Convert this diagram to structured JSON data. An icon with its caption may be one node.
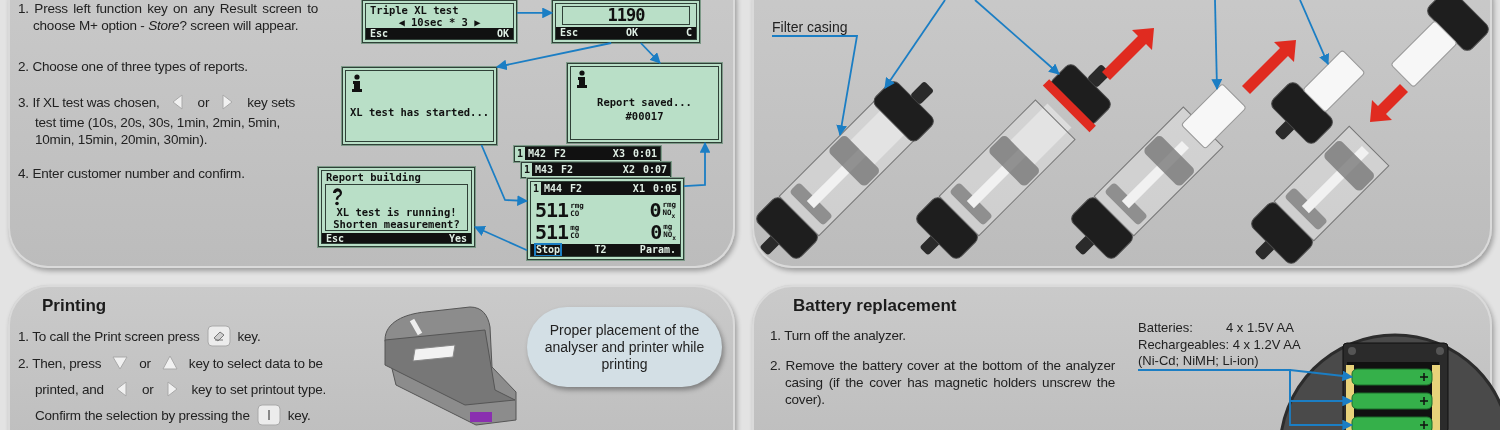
{
  "diagram": {
    "nodes": [
      {
        "text": [
          "Triple XL test",
          "◀ 10sec * 3 ▶",
          "Esc",
          "OK"
        ]
      },
      {
        "text": [
          "1190",
          "Esc",
          "OK",
          "C"
        ]
      },
      {
        "text": [
          "XL test has started..."
        ]
      },
      {
        "text": [
          "Report saved...",
          "#00017"
        ]
      },
      {
        "text": [
          "1",
          "M42",
          "F2",
          "X3",
          "0:01"
        ]
      },
      {
        "text": [
          "1",
          "M43",
          "F2",
          "X2",
          "0:07"
        ]
      },
      {
        "text": [
          "1",
          "M44",
          "F2",
          "X1",
          "0:05",
          "511",
          "rmg",
          "CO",
          "0",
          "rmg",
          "NO$_{x}$",
          "511",
          "mg",
          "CO",
          "0",
          "mg",
          "NO$_{x}$",
          "Stop",
          "T2",
          "Param."
        ]
      },
      {
        "text": [
          "Report building",
          "XL test is running! Shorten measurement?",
          "Esc",
          "Yes"
        ]
      },
      {
        "text": [
          "Filter casing"
        ]
      },
      {
        "text": [],
        "shape": "picture"
      },
      {
        "text": [],
        "shape": "picture"
      },
      {
        "text": [],
        "shape": "picture"
      },
      {
        "text": [],
        "shape": "picture"
      },
      {
        "text": [
          "Proper placement of the analyser and printer while printing"
        ]
      },
      {
        "text": [
          "Batteries:",
          "4 x 1.5V AA",
          "Rechargeables: 4 x 1.2V AA",
          "(Ni-Cd; NiMH; Li-ion)"
        ]
      },
      {
        "text": [],
        "shape": "cylinder"
      },
      {
        "text": [],
        "shape": "cylinder"
      },
      {
        "text": [],
        "shape": "cylinder"
      }
    ],
    "edges": [
      {
        "from": 0,
        "to": 1,
        "arrow": "to"
      },
      {
        "from": 1,
        "to": 2,
        "arrow": "to"
      },
      {
        "from": 1,
        "to": 3,
        "arrow": "to"
      },
      {
        "from": 2,
        "to": 6,
        "arrow": "to"
      },
      {
        "from": 6,
        "to": 3,
        "arrow": "to"
      },
      {
        "from": 6,
        "to": 7,
        "arrow": "to"
      },
      {
        "from": 8,
        "to": 9,
        "arrow": "to"
      },
      {
        "from": null,
        "to": 9,
        "arrow": "to"
      },
      {
        "from": null,
        "to": 10,
        "arrow": "to"
      },
      {
        "from": null,
        "to": 11,
        "arrow": "to"
      },
      {
        "from": null,
        "to": 12,
        "arrow": "to"
      },
      {
        "from": 14,
        "to": 15,
        "arrow": "to"
      },
      {
        "from": 14,
        "to": 16,
        "arrow": "to"
      },
      {
        "from": 14,
        "to": 17,
        "arrow": "to"
      }
    ],
    "labels": [
      "1. Press left function key on any Result screen to choose M+ option - *Store*? screen will appear.",
      "2. Choose one of three types of reports.",
      "3. If XL test was chosen,",
      "or",
      "key sets",
      "test time (10s, 20s, 30s, 1min, 2min, 5min, 10min, 15min, 20min, 30min).",
      "4. Enter customer number and confirm.",
      "Printing",
      "1. To call the Print screen press",
      "key.",
      "2. Then, press",
      "or",
      "key to select data to be",
      "printed, and",
      "or",
      "key to set printout type.",
      "Confirm the selection by pressing the",
      "key.",
      "Battery replacement",
      "1. Turn off the analyzer.",
      "2. Remove the battery cover at the bottom of the analyzer casing (if the cover has magnetic holders unscrew the cover)."
    ]
  }
}
